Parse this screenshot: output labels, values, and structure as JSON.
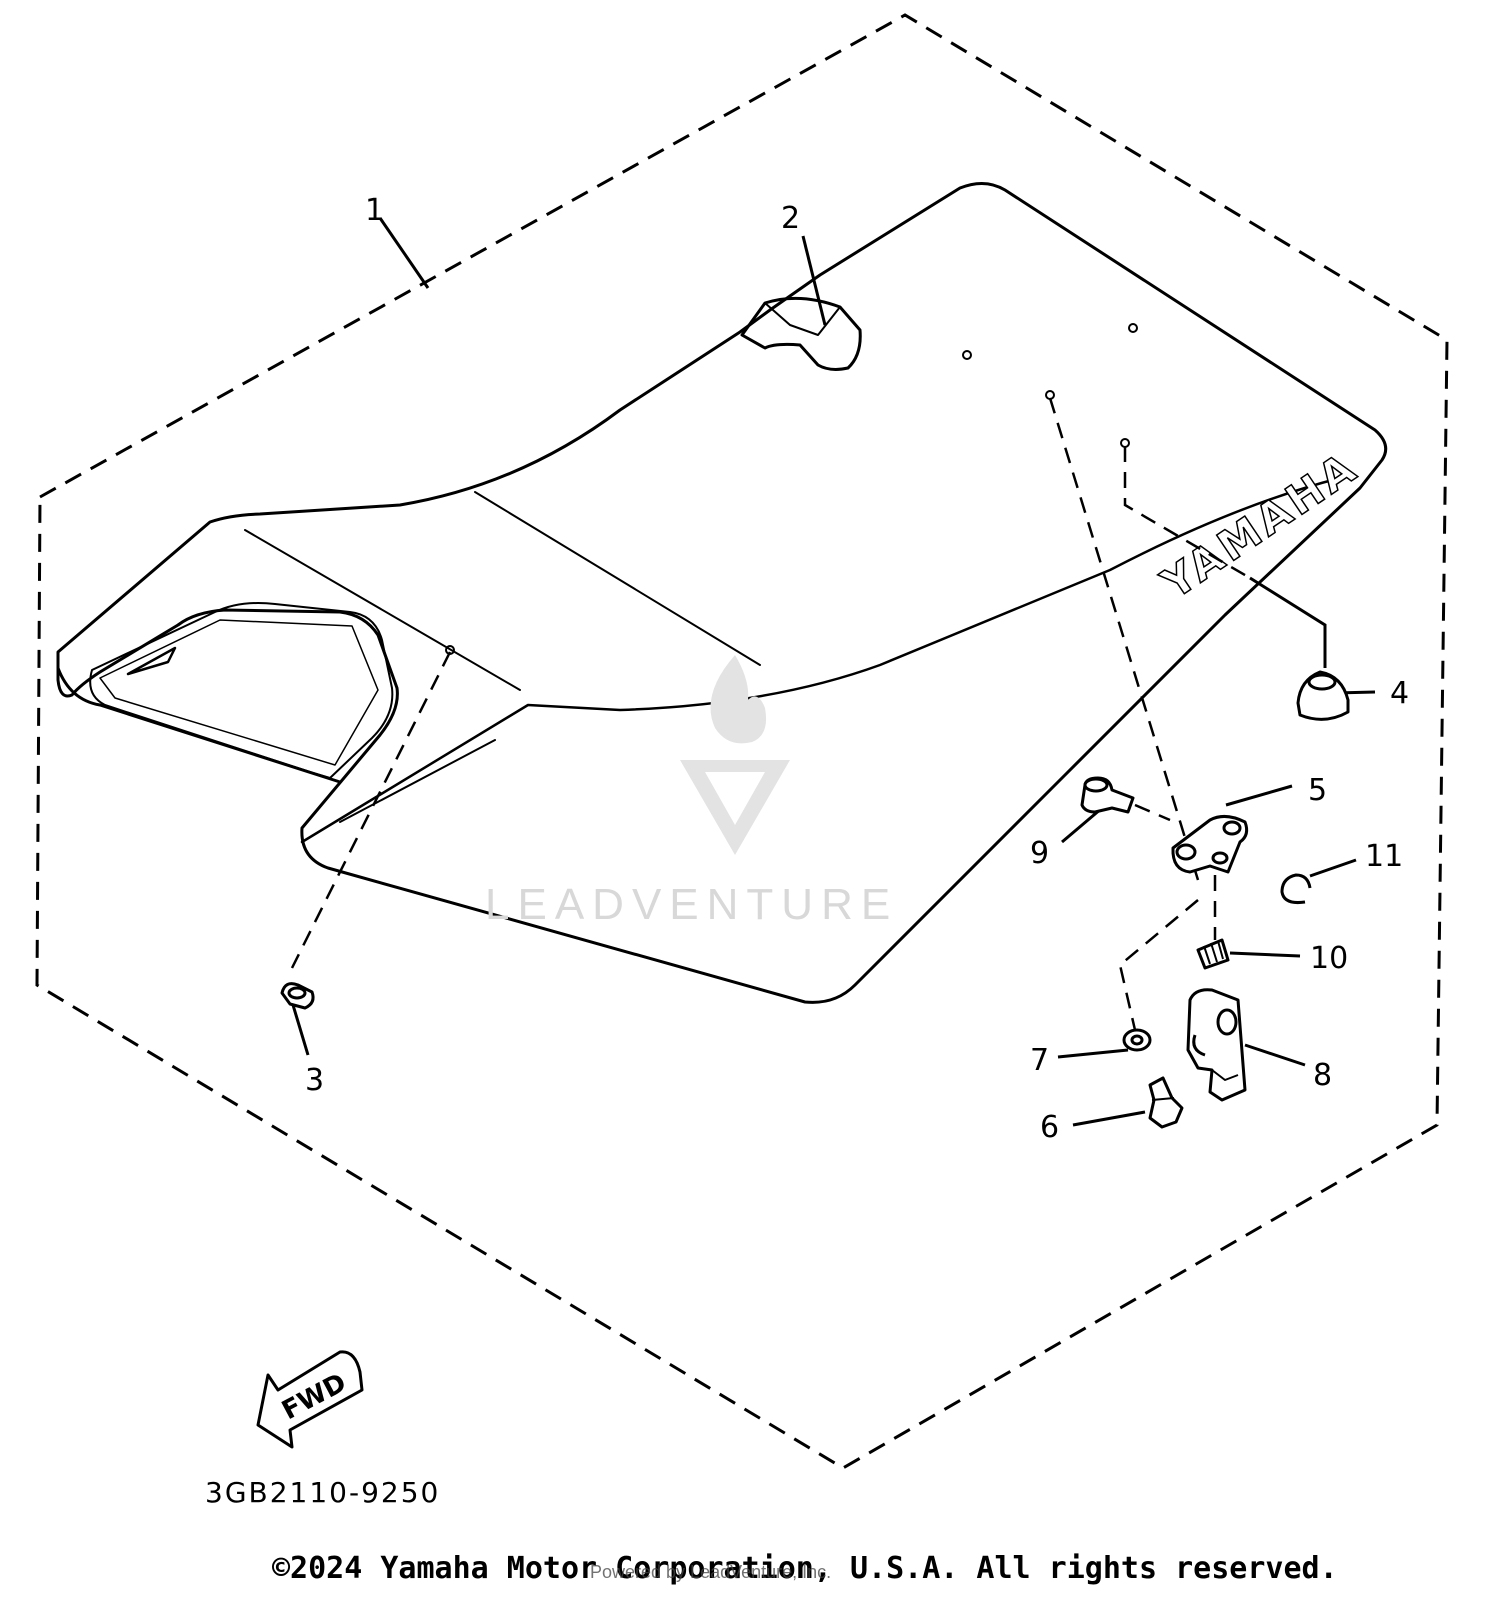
{
  "diagram": {
    "drawing_number": "3GB2110-9250",
    "direction_label": "FWD",
    "seat_logo_text": "YAMAHA",
    "callouts": [
      {
        "id": "1",
        "label": "1"
      },
      {
        "id": "2",
        "label": "2"
      },
      {
        "id": "3",
        "label": "3"
      },
      {
        "id": "4",
        "label": "4"
      },
      {
        "id": "5",
        "label": "5"
      },
      {
        "id": "6",
        "label": "6"
      },
      {
        "id": "7",
        "label": "7"
      },
      {
        "id": "8",
        "label": "8"
      },
      {
        "id": "9",
        "label": "9"
      },
      {
        "id": "10",
        "label": "10"
      },
      {
        "id": "11",
        "label": "11"
      }
    ]
  },
  "footer": {
    "copyright": "©2024 Yamaha Motor Corporation, U.S.A. All rights reserved.",
    "powered_by": "Powered by LeadVenture, Inc."
  },
  "watermark": {
    "text": "LEADVENTURE"
  }
}
